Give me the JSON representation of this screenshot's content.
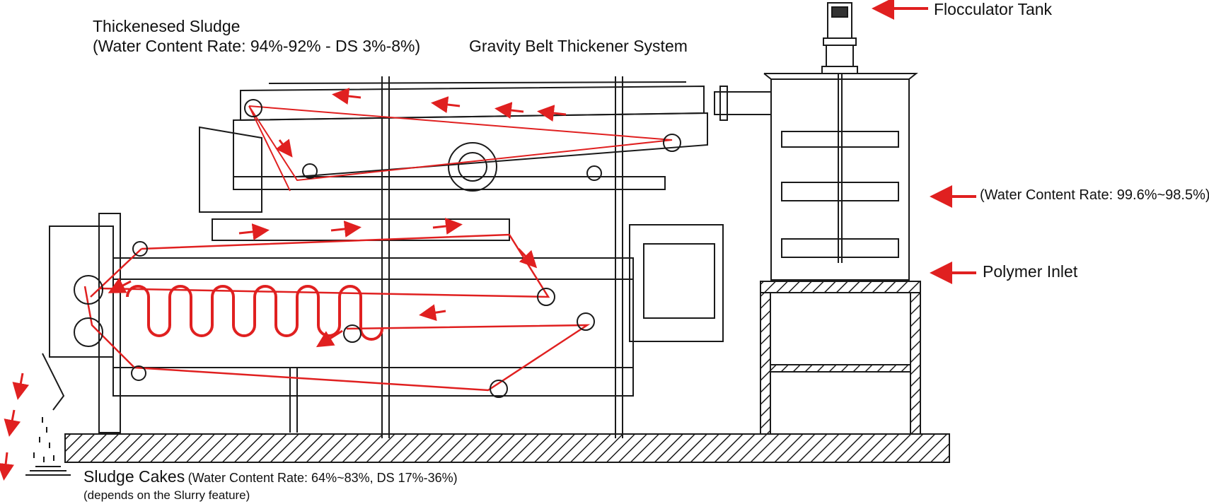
{
  "labels": {
    "thickened_title": "Thickenesed Sludge",
    "thickened_detail": "(Water Content Rate: 94%-92% - DS 3%-8%)",
    "system_title": "Gravity Belt Thickener System",
    "flocculator_tank": "Flocculator Tank",
    "inlet_water_rate": "(Water Content Rate: 99.6%~98.5%)",
    "polymer_inlet": "Polymer Inlet",
    "cakes_title": "Sludge Cakes",
    "cakes_detail": "(Water Content Rate: 64%~83%, DS 17%-36%)",
    "cakes_note": "(depends on the Slurry feature)"
  },
  "colors": {
    "line": "#1a1a1a",
    "belt": "#e02020",
    "arrow": "#e02020",
    "hatch": "#1a1a1a",
    "background": "#ffffff"
  },
  "icons": [
    "flow-arrow-icon",
    "roller-icon",
    "control-panel-icon",
    "motor-icon"
  ]
}
